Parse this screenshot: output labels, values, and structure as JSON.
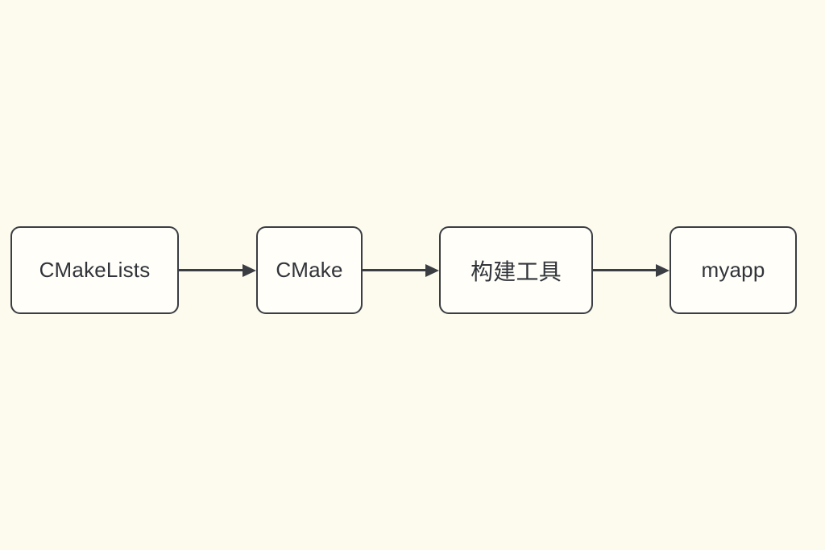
{
  "diagram": {
    "type": "flowchart",
    "direction": "left-to-right",
    "nodes": [
      {
        "id": "cmakelists",
        "label": "CMakeLists"
      },
      {
        "id": "cmake",
        "label": "CMake"
      },
      {
        "id": "build-tool",
        "label": "构建工具"
      },
      {
        "id": "myapp",
        "label": "myapp"
      }
    ],
    "edges": [
      {
        "from": "CMakeLists",
        "to": "CMake"
      },
      {
        "from": "CMake",
        "to": "构建工具"
      },
      {
        "from": "构建工具",
        "to": "myapp"
      }
    ],
    "colors": {
      "background": "#fdfaee",
      "node_fill": "#fffef8",
      "stroke": "#3a3d42",
      "text": "#30343a"
    }
  }
}
